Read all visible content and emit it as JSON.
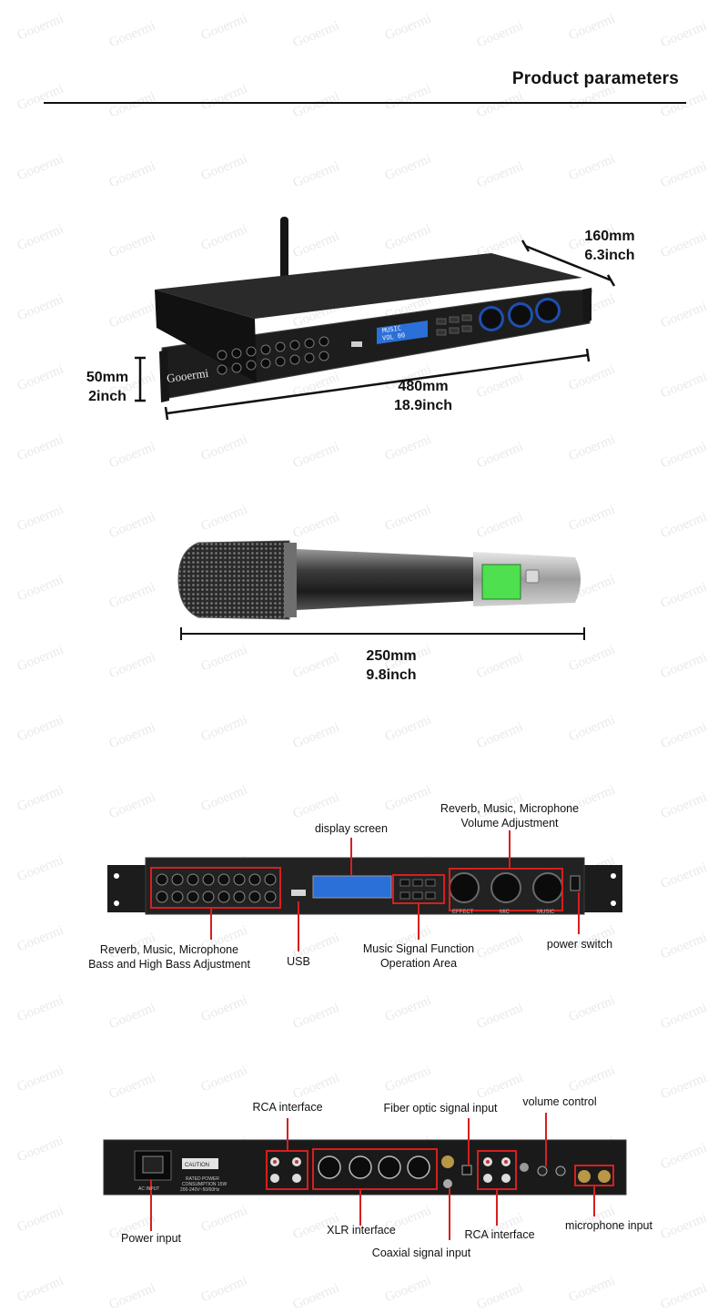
{
  "brand": "Gooermi",
  "watermark": "Gooermi",
  "header": {
    "title": "Product parameters"
  },
  "processor_dimensions": {
    "depth": {
      "mm": "160mm",
      "inch": "6.3inch"
    },
    "width": {
      "mm": "480mm",
      "inch": "18.9inch"
    },
    "height": {
      "mm": "50mm",
      "inch": "2inch"
    }
  },
  "microphone_dimensions": {
    "length": {
      "mm": "250mm",
      "inch": "9.8inch"
    }
  },
  "unit_display": {
    "line1": "MUSIC",
    "line2": "VOL 00"
  },
  "front_panel": {
    "callouts": {
      "volume_adjust": {
        "line1": "Reverb, Music, Microphone",
        "line2": "Volume Adjustment"
      },
      "display_screen": "display screen",
      "bass_adjust": {
        "line1": "Reverb, Music, Microphone",
        "line2": "Bass and High Bass Adjustment"
      },
      "usb": "USB",
      "music_function": {
        "line1": "Music Signal Function",
        "line2": "Operation Area"
      },
      "power_switch": "power switch"
    },
    "knob_labels": [
      "EFFECT",
      "MIC",
      "MUSIC"
    ]
  },
  "rear_panel": {
    "callouts": {
      "rca_left": "RCA interface",
      "fiber_optic": "Fiber optic signal input",
      "volume_control": "volume control",
      "power_input": "Power input",
      "xlr": "XLR interface",
      "rca_right": "RCA interface",
      "mic_input": "microphone input",
      "coaxial": "Coaxial signal input"
    },
    "caution": "CAUTION",
    "rated_power": "RATED POWER",
    "consumption": "CONSUMPTION 15W",
    "voltage": "200-240V~50/60Hz",
    "ac_input": "AC INPUT"
  },
  "colors": {
    "callout_red": "#d61f1f",
    "panel_dark": "#1c1c1c",
    "lcd_blue": "#2b6fd8",
    "mic_lcd_green": "#4ee04e"
  }
}
